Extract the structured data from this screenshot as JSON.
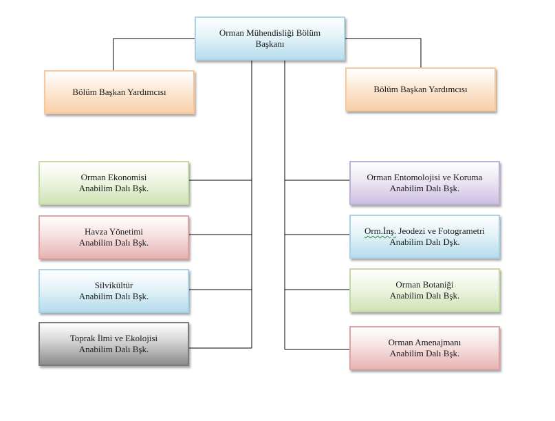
{
  "chart": {
    "head": "Orman Mühendisliği Bölüm\nBaşkanı",
    "deputy_left": "Bölüm Başkan Yardımcısı",
    "deputy_right": "Bölüm Başkan Yardımcısı",
    "left_units": [
      "Orman Ekonomisi\nAnabilim Dalı Bşk.",
      "Havza Yönetimi\nAnabilim Dalı Bşk.",
      "Silvikültür\nAnabilim Dalı Bşk.",
      "Toprak İlmi ve Ekolojisi\nAnabilim Dalı Bşk."
    ],
    "right_units": [
      "Orman Entomolojisi ve Koruma\nAnabilim Dalı Bşk.",
      "Anabilim Dalı Dşk.",
      "Orman Botaniği\nAnabilim Dalı Bşk.",
      "Orman Amenajmanı\nAnabilim Dalı Bşk."
    ],
    "right_unit_2_line1_underlined": "Orm.İnş.",
    "right_unit_2_line1_rest": " Jeodezi ve Fotogrametri"
  },
  "colors": {
    "blue": "#b5dcec",
    "orange": "#f8cfa8",
    "green": "#d0e3b6",
    "red": "#e8b3b3",
    "gray": "#8c8c8c",
    "purple": "#cdbfe2",
    "connector": "#000000"
  }
}
